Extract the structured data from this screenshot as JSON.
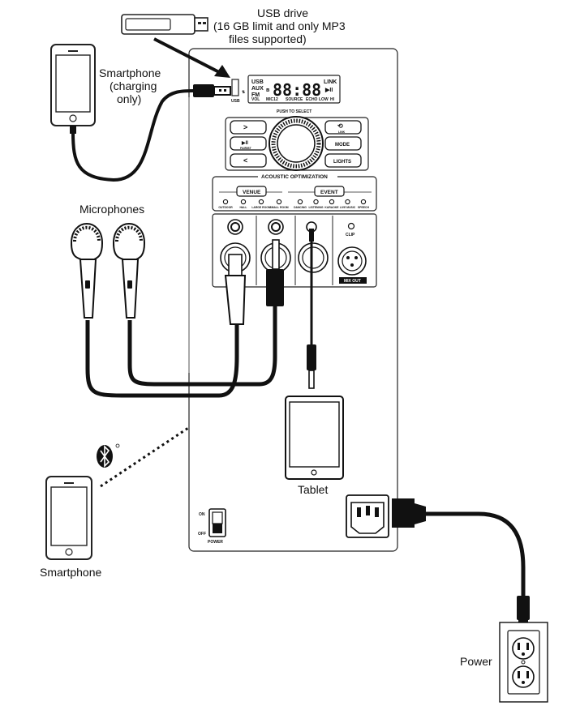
{
  "labels": {
    "usb_drive": "USB drive",
    "usb_note1": "(16 GB limit and only MP3",
    "usb_note2": "files supported)",
    "smartphone_charging1": "Smartphone",
    "smartphone_charging2": "(charging",
    "smartphone_charging3": "only)",
    "microphones": "Microphones",
    "smartphone_bt": "Smartphone",
    "tablet": "Tablet",
    "power": "Power"
  },
  "panel": {
    "usb": "USB",
    "lcd_usb": "USB",
    "lcd_aux": "AUX",
    "lcd_fm": "FM",
    "lcd_vol": "VOL",
    "lcd_mic12": "MIC12",
    "lcd_source": "SOURCE",
    "lcd_echo": "ECHO",
    "lcd_low": "LOW",
    "lcd_hi": "HI",
    "lcd_link": "LINK",
    "lcd_play": "▶II",
    "lcd_digits": "88:88",
    "push_to_select": "PUSH TO SELECT",
    "btn_next": ">",
    "btn_play": "▶II",
    "btn_play_sub": "PAIR/BT",
    "btn_prev": "<",
    "btn_link_sub": "LINK",
    "btn_mode": "MODE",
    "btn_lights": "LIGHTS",
    "acoustic": "ACOUSTIC OPTIMIZATION",
    "venue": "VENUE",
    "event": "EVENT",
    "venue_items": [
      "OUTDOOR",
      "HALL",
      "LARGE ROOM",
      "SMALL ROOM"
    ],
    "event_items": [
      "DANCING",
      "LISTENING",
      "KARAOKE",
      "LIVE MUSIC",
      "SPEECH"
    ],
    "clip": "CLIP",
    "mix_out": "MIX OUT",
    "on": "ON",
    "off": "OFF",
    "power_switch": "POWER"
  }
}
